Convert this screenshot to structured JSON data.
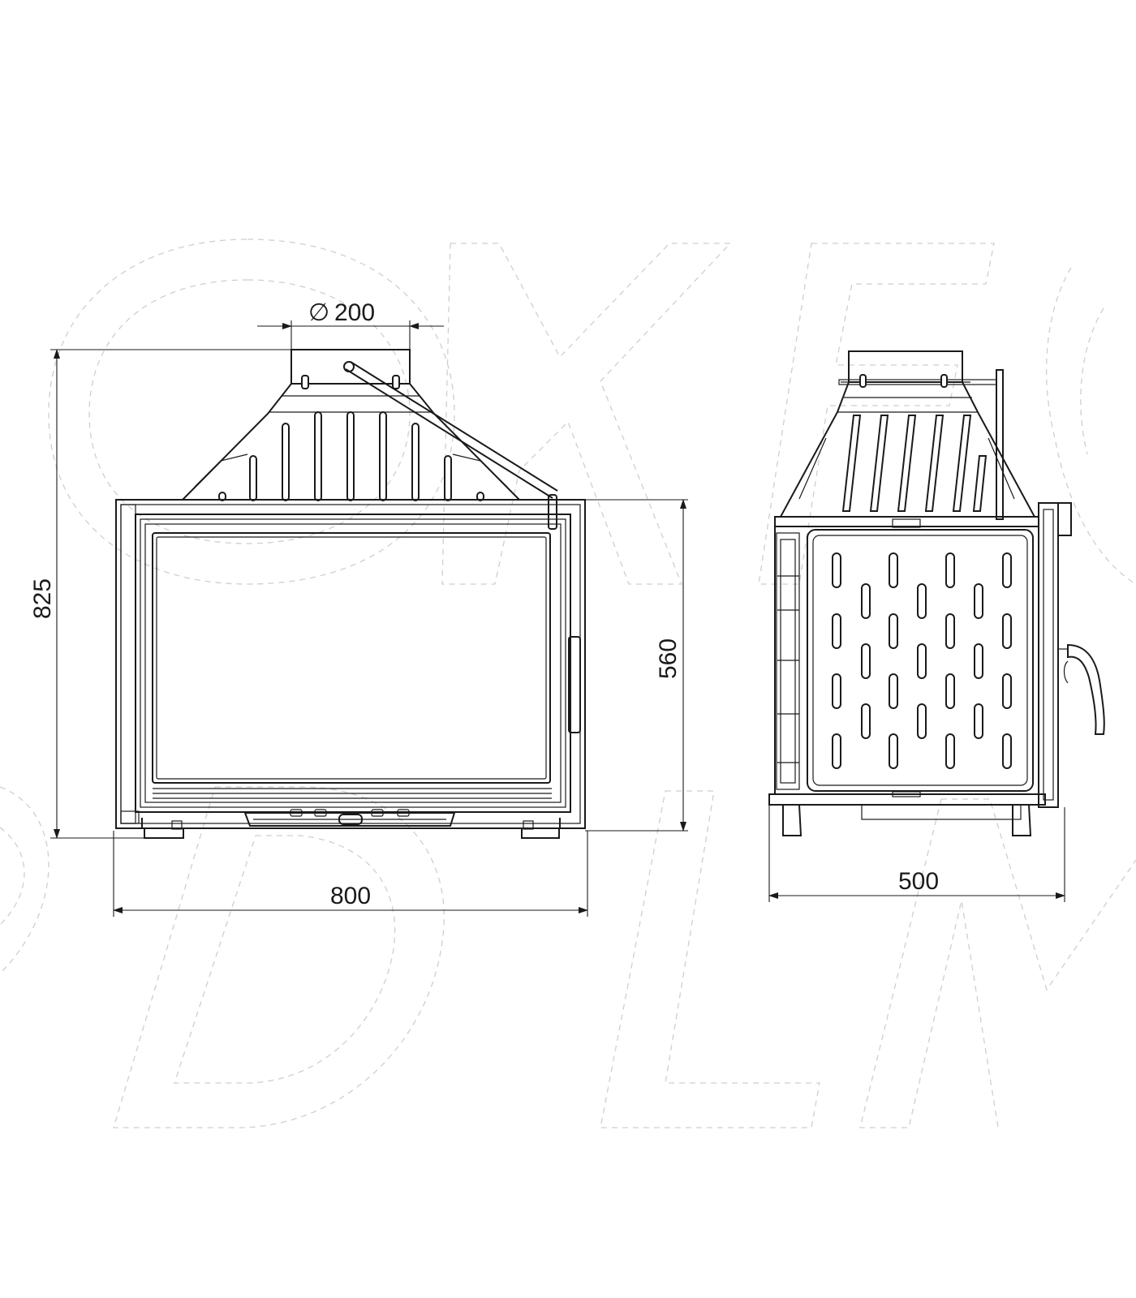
{
  "dimensions": {
    "flue_diameter": "200",
    "diameter_symbol": "∅",
    "total_height": "825",
    "body_height": "560",
    "front_width": "800",
    "side_depth": "500"
  },
  "colors": {
    "line": "#1a1a1a",
    "watermark": "#cfcfcf",
    "background": "#ffffff"
  }
}
